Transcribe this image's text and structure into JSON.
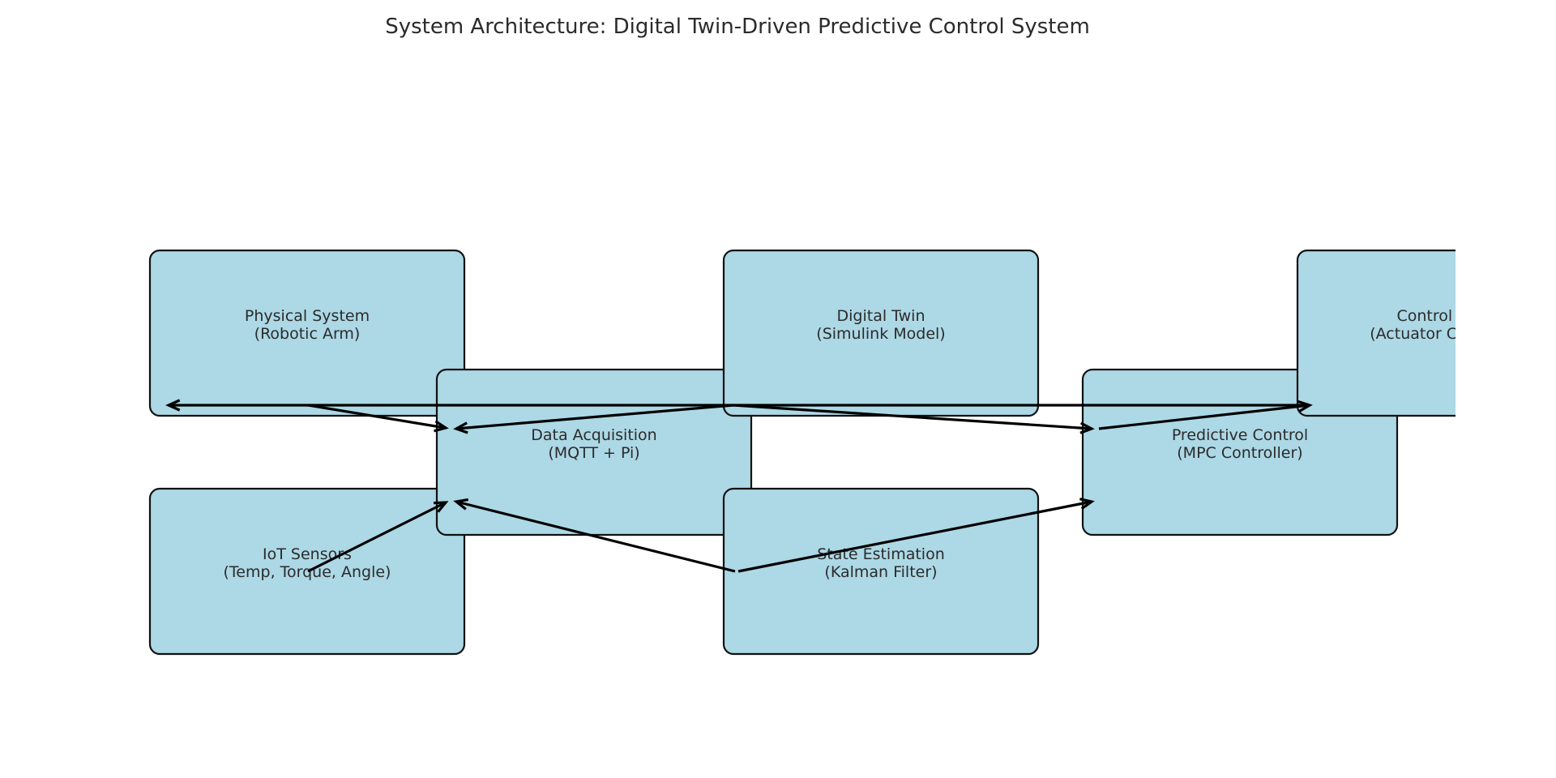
{
  "title": "System Architecture: Digital Twin-Driven Predictive Control System",
  "nodes": [
    {
      "id": "physical",
      "lines": [
        "Physical System",
        "(Robotic Arm)"
      ]
    },
    {
      "id": "iot",
      "lines": [
        "IoT Sensors",
        "(Temp, Torque, Angle)"
      ]
    },
    {
      "id": "daq",
      "lines": [
        "Data Acquisition",
        "(MQTT + Pi)"
      ]
    },
    {
      "id": "twin",
      "lines": [
        "Digital Twin",
        "(Simulink Model)"
      ]
    },
    {
      "id": "state",
      "lines": [
        "State Estimation",
        "(Kalman Filter)"
      ]
    },
    {
      "id": "mpc",
      "lines": [
        "Predictive Control",
        "(MPC Controller)"
      ]
    },
    {
      "id": "signals",
      "lines": [
        "Control Signals",
        "(Actuator Commands)"
      ]
    }
  ],
  "edges": [
    {
      "from": "physical",
      "to": "daq"
    },
    {
      "from": "iot",
      "to": "daq"
    },
    {
      "from": "twin",
      "to": "daq"
    },
    {
      "from": "state",
      "to": "daq"
    },
    {
      "from": "twin",
      "to": "mpc"
    },
    {
      "from": "state",
      "to": "mpc"
    },
    {
      "from": "mpc",
      "to": "signals"
    },
    {
      "from": "signals",
      "to": "physical"
    }
  ]
}
